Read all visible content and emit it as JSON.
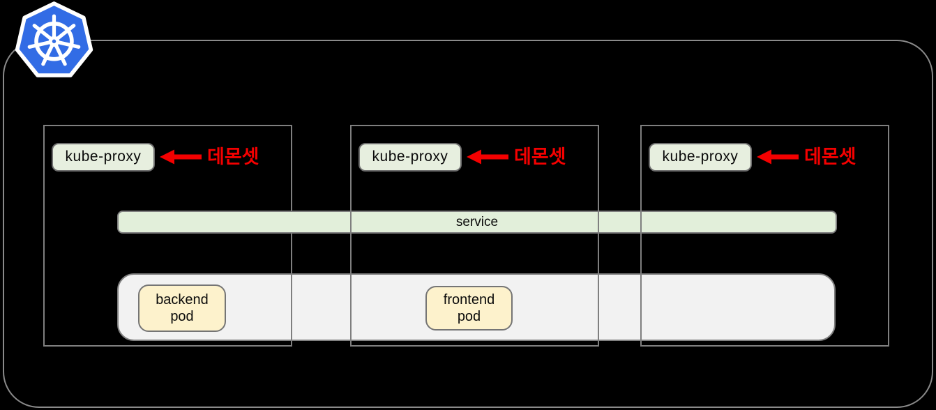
{
  "diagram_title": "kubernetes-kube-proxy-daemonset-diagram",
  "colors": {
    "background": "#000000",
    "cluster_border": "#8a8a8a",
    "node_border": "#7f7f7f",
    "kube_proxy_fill": "#e7efdf",
    "service_fill": "#e2efda",
    "pods_bar_fill": "#f2f2f2",
    "pod_fill": "#fdf2cc",
    "arrow_red": "#f40000",
    "kubernetes_blue": "#326ce5"
  },
  "logo": {
    "name": "kubernetes-logo"
  },
  "nodes": [
    {
      "kube_proxy_label": "kube-proxy",
      "daemonset_label": "데몬셋"
    },
    {
      "kube_proxy_label": "kube-proxy",
      "daemonset_label": "데몬셋"
    },
    {
      "kube_proxy_label": "kube-proxy",
      "daemonset_label": "데몬셋"
    }
  ],
  "service": {
    "label": "service"
  },
  "pods": [
    {
      "line1": "backend",
      "line2": "pod"
    },
    {
      "line1": "frontend",
      "line2": "pod"
    }
  ]
}
